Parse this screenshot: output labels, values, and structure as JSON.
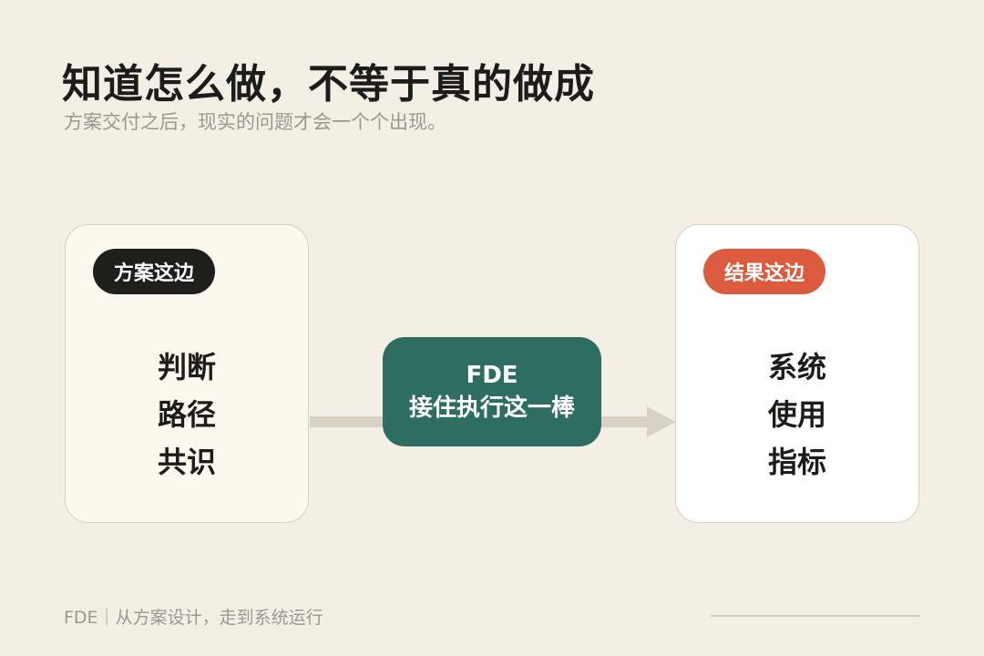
{
  "header": {
    "title": "知道怎么做，不等于真的做成",
    "subtitle": "方案交付之后，现实的问题才会一个个出现。"
  },
  "left_card": {
    "tag": "方案这边",
    "items": [
      "判断",
      "路径",
      "共识"
    ]
  },
  "center_box": {
    "line1": "FDE",
    "line2": "接住执行这一棒"
  },
  "right_card": {
    "tag": "结果这边",
    "items": [
      "系统",
      "使用",
      "指标"
    ]
  },
  "footer": {
    "text": "FDE｜从方案设计，走到系统运行"
  },
  "colors": {
    "background": "#f3efe5",
    "dark_tag": "#1e1e1c",
    "red_tag": "#dc5a3e",
    "teal_box": "#2e6e62",
    "arrow": "#d9d2c4"
  }
}
